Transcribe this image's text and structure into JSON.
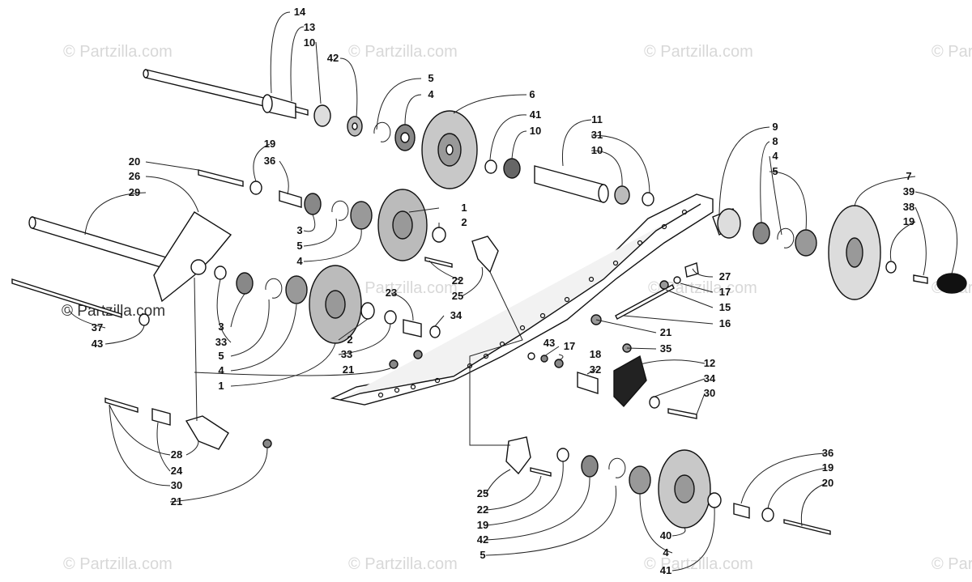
{
  "diagram": {
    "watermark": "© Partzilla.com",
    "watermark_main": "© Partzilla.com",
    "labels": {
      "l14": "14",
      "l13": "13",
      "l10a": "10",
      "l42a": "42",
      "l5a": "5",
      "l4a": "4",
      "l6": "6",
      "l41a": "41",
      "l10b": "10",
      "l11": "11",
      "l31": "31",
      "l10c": "10",
      "l9": "9",
      "l8": "8",
      "l4b": "4",
      "l5b": "5",
      "l7": "7",
      "l39": "39",
      "l38": "38",
      "l19a": "19",
      "l20a": "20",
      "l26": "26",
      "l29": "29",
      "l19b": "19",
      "l36a": "36",
      "l3a": "3",
      "l5c": "5",
      "l4c": "4",
      "l1a": "1",
      "l2a": "2",
      "l22a": "22",
      "l25a": "25",
      "l27": "27",
      "l17a": "17",
      "l15": "15",
      "l16": "16",
      "l37": "37",
      "l43a": "43",
      "l3b": "3",
      "l33a": "33",
      "l5d": "5",
      "l4d": "4",
      "l1b": "1",
      "l23": "23",
      "l2b": "2",
      "l33b": "33",
      "l34a": "34",
      "l21a": "21",
      "l35": "35",
      "l43b": "43",
      "l17b": "17",
      "l18": "18",
      "l12": "12",
      "l21b": "21",
      "l32": "32",
      "l34b": "34",
      "l30a": "30",
      "l28": "28",
      "l24": "24",
      "l30b": "30",
      "l21c": "21",
      "l25b": "25",
      "l22b": "22",
      "l19c": "19",
      "l42b": "42",
      "l5e": "5",
      "l36b": "36",
      "l19d": "19",
      "l20b": "20",
      "l40": "40",
      "l4e": "4",
      "l41b": "41"
    }
  }
}
